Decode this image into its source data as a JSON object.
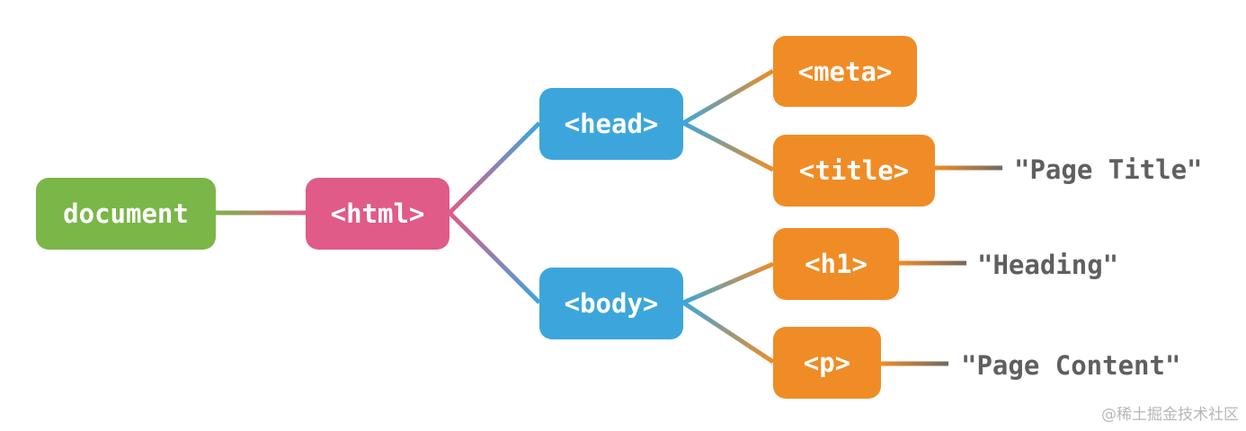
{
  "colors": {
    "document": "#7ab648",
    "html": "#e05b87",
    "head_body": "#3ca6dc",
    "leaf_element": "#f08c25",
    "text_node": "#5f5f5f",
    "text_connector": "#8a6a4a",
    "watermark": "#b7b7b7"
  },
  "nodes": {
    "document": "document",
    "html": "<html>",
    "head": "<head>",
    "body": "<body>",
    "meta": "<meta>",
    "title": "<title>",
    "h1": "<h1>",
    "p": "<p>"
  },
  "text_nodes": {
    "title_text": "\"Page Title\"",
    "h1_text": "\"Heading\"",
    "p_text": "\"Page Content\""
  },
  "watermark": "@稀土掘金技术社区"
}
